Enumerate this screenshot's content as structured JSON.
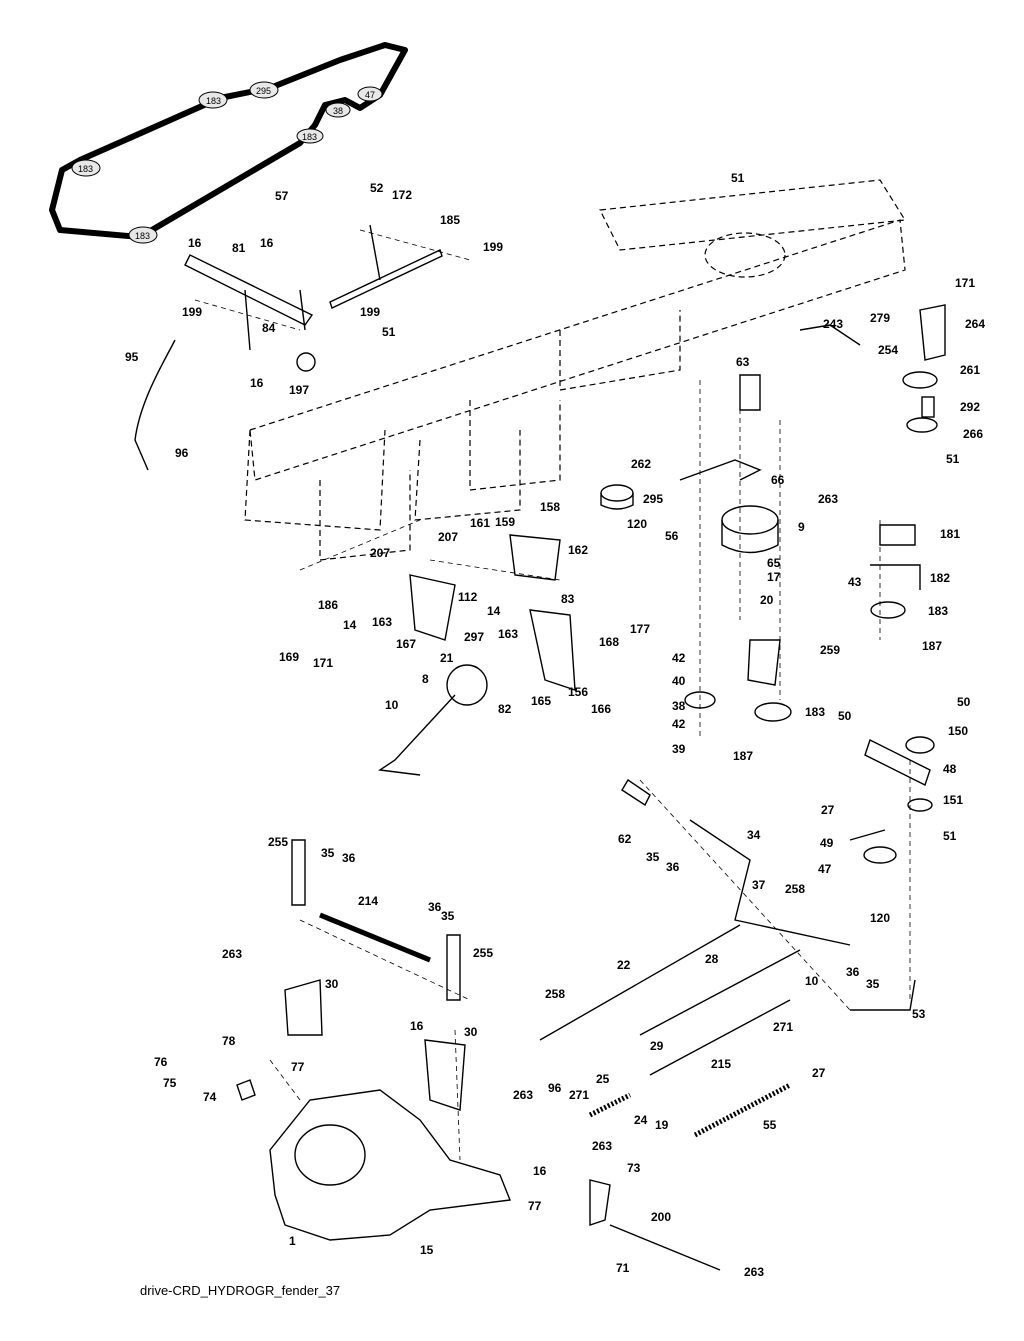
{
  "diagram": {
    "caption": "drive-CRD_HYDROGR_fender_37",
    "belt_labels": [
      "183",
      "295",
      "47",
      "38",
      "183",
      "183",
      "183"
    ],
    "callouts": [
      "57",
      "52",
      "172",
      "185",
      "199",
      "16",
      "81",
      "16",
      "199",
      "84",
      "199",
      "51",
      "16",
      "197",
      "95",
      "96",
      "51",
      "171",
      "279",
      "264",
      "243",
      "254",
      "63",
      "261",
      "292",
      "266",
      "51",
      "262",
      "66",
      "295",
      "120",
      "56",
      "9",
      "65",
      "17",
      "20",
      "263",
      "181",
      "182",
      "43",
      "183",
      "187",
      "207",
      "161",
      "159",
      "158",
      "162",
      "207",
      "186",
      "14",
      "163",
      "112",
      "14",
      "83",
      "297",
      "167",
      "169",
      "171",
      "163",
      "177",
      "259",
      "42",
      "40",
      "38",
      "42",
      "39",
      "183",
      "187",
      "21",
      "8",
      "82",
      "165",
      "156",
      "166",
      "168",
      "10",
      "50",
      "50",
      "150",
      "48",
      "27",
      "151",
      "51",
      "49",
      "47",
      "120",
      "62",
      "35",
      "36",
      "34",
      "37",
      "258",
      "255",
      "35",
      "36",
      "214",
      "36",
      "35",
      "255",
      "263",
      "30",
      "22",
      "28",
      "10",
      "36",
      "35",
      "53",
      "258",
      "29",
      "271",
      "215",
      "27",
      "16",
      "30",
      "263",
      "78",
      "76",
      "75",
      "77",
      "74",
      "96",
      "271",
      "25",
      "24",
      "19",
      "55",
      "263",
      "73",
      "16",
      "77",
      "200",
      "1",
      "15",
      "71",
      "263"
    ]
  }
}
